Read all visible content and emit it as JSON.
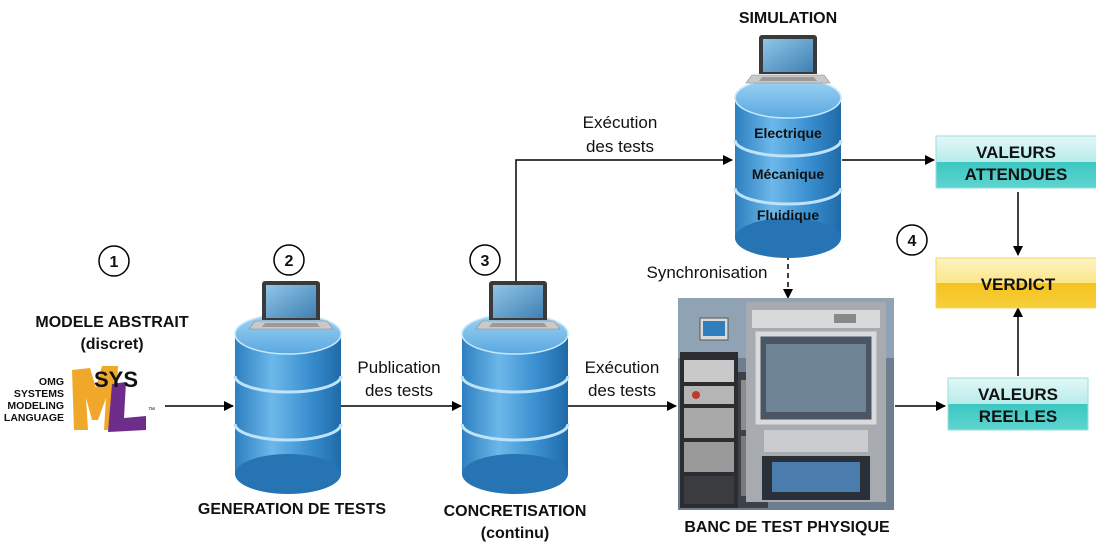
{
  "modele": {
    "title": "MODELE ABSTRAIT",
    "subtitle": "(discret)"
  },
  "sysml_logo": {
    "line1": "OMG",
    "line2": "SYSTEMS",
    "line3": "MODELING",
    "line4": "LANGUAGE",
    "mark": "SYS",
    "ml": "ML",
    "tm": "™"
  },
  "steps": {
    "s1": "1",
    "s2": "2",
    "s3": "3",
    "s4": "4"
  },
  "generation": {
    "title": "GENERATION DE TESTS"
  },
  "concretisation": {
    "title": "CONCRETISATION",
    "subtitle": "(continu)"
  },
  "publication": {
    "line1": "Publication",
    "line2": "des tests"
  },
  "execution_top": {
    "line1": "Exécution",
    "line2": "des tests"
  },
  "execution_bottom": {
    "line1": "Exécution",
    "line2": "des tests"
  },
  "simulation": {
    "title": "SIMULATION",
    "layers": [
      "Electrique",
      "Mécanique",
      "Fluidique"
    ]
  },
  "synchronisation": "Synchronisation",
  "banc": {
    "title": "BANC DE TEST PHYSIQUE"
  },
  "valeurs_attendues": {
    "line1": "VALEURS",
    "line2": "ATTENDUES"
  },
  "verdict": "VERDICT",
  "valeurs_reelles": {
    "line1": "VALEURS",
    "line2": "REELLES"
  },
  "colors": {
    "cylinder": "#4b9fd8",
    "teal_box": "#5fd3cf",
    "yellow_box": "#f7cc2f",
    "purple": "#6e2d8b",
    "gold": "#f0a82b"
  }
}
